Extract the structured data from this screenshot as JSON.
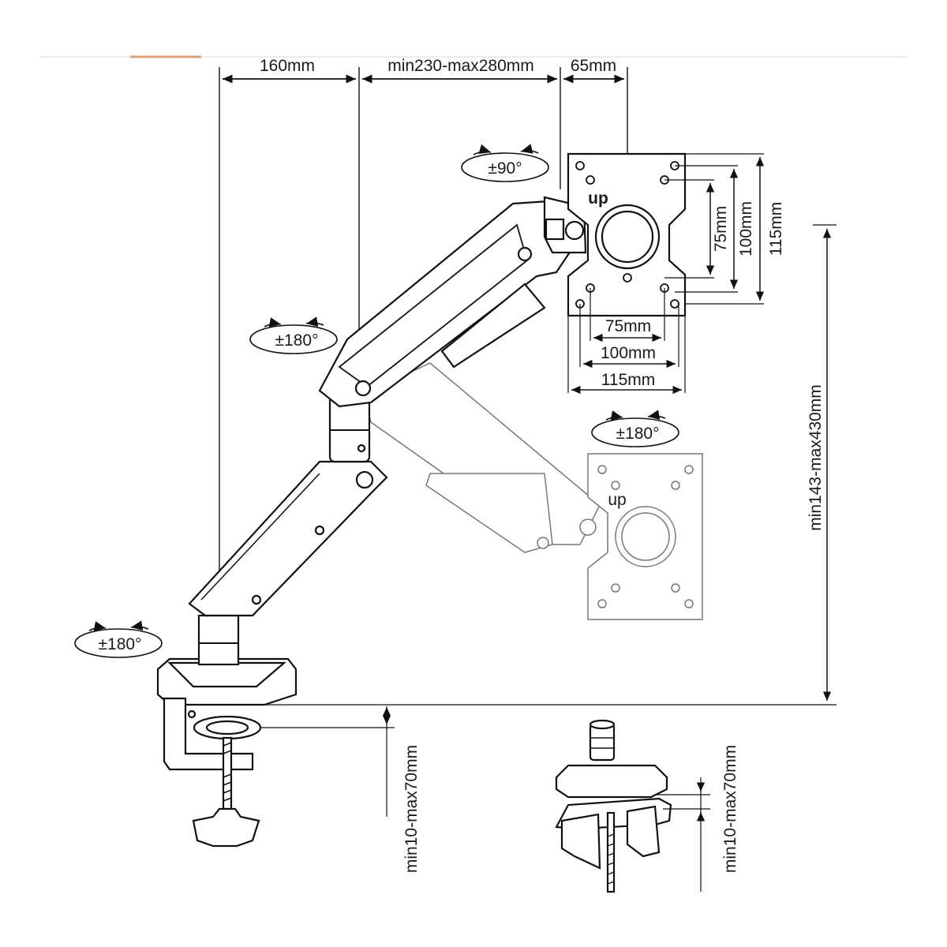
{
  "colors": {
    "accent": "#d9a27a",
    "ink": "#111111",
    "ghost": "#777777"
  },
  "dimensions": {
    "base_offset": "160mm",
    "arm_length": "min230-max280mm",
    "plate_offset": "65mm",
    "vesa_v_75": "75mm",
    "vesa_v_100": "100mm",
    "plate_height": "115mm",
    "vesa_h_75": "75mm",
    "vesa_h_100": "100mm",
    "plate_width": "115mm",
    "height_range": "min143-max430mm",
    "clamp_range": "min10-max70mm",
    "grommet_range": "min10-max70mm"
  },
  "rotations": {
    "tilt": "±90°",
    "elbow": "±180°",
    "swivel": "±180°",
    "base": "±180°"
  },
  "labels": {
    "up_top": "up",
    "up_ghost": "up"
  }
}
